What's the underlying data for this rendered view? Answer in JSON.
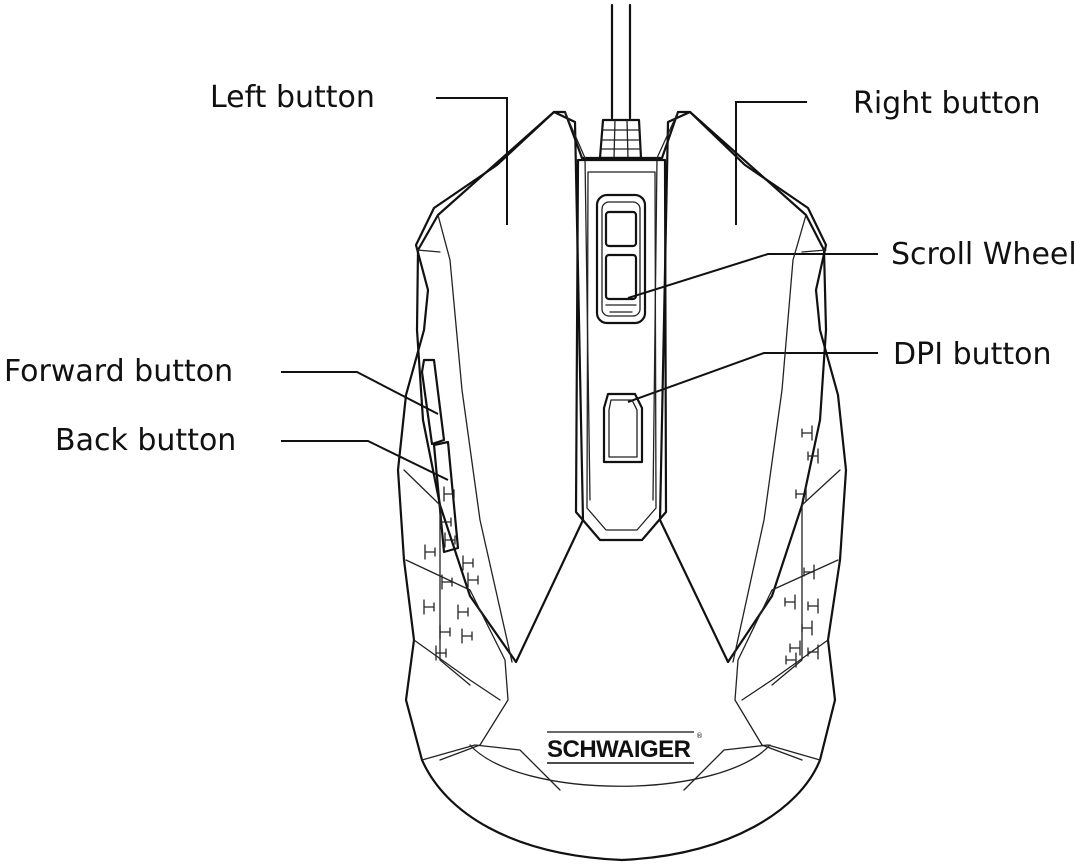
{
  "labels": {
    "left_button": "Left button",
    "right_button": "Right button",
    "scroll_wheel": "Scroll Wheel",
    "dpi_button": "DPI button",
    "forward_button": "Forward button",
    "back_button": "Back button"
  },
  "logo": {
    "text": "SCHWAIGER",
    "mark": "®"
  },
  "colors": {
    "line": "#111111",
    "background": "#ffffff"
  }
}
